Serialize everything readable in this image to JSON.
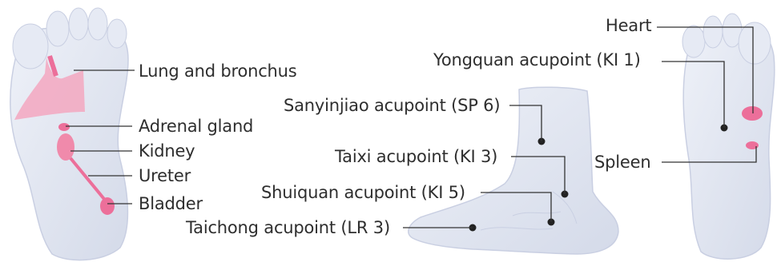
{
  "colors": {
    "foot_fill": "#dfe4f1",
    "foot_stroke": "#c9cfe2",
    "pink": "#ec6f9a",
    "pink_light": "#f3a7c0",
    "line": "#333333",
    "text": "#2e2e2e"
  },
  "labels": {
    "lung_and_bronchus": "Lung and bronchus",
    "adrenal_gland": "Adrenal gland",
    "kidney": "Kidney",
    "ureter": "Ureter",
    "bladder": "Bladder",
    "sanyinjiao": "Sanyinjiao acupoint (SP 6)",
    "taixi": "Taixi acupoint (KI 3)",
    "shuiquan": "Shuiquan acupoint (KI 5)",
    "taichong": "Taichong acupoint (LR 3)",
    "heart": "Heart",
    "yongquan": "Yongquan acupoint (KI 1)",
    "spleen": "Spleen"
  }
}
